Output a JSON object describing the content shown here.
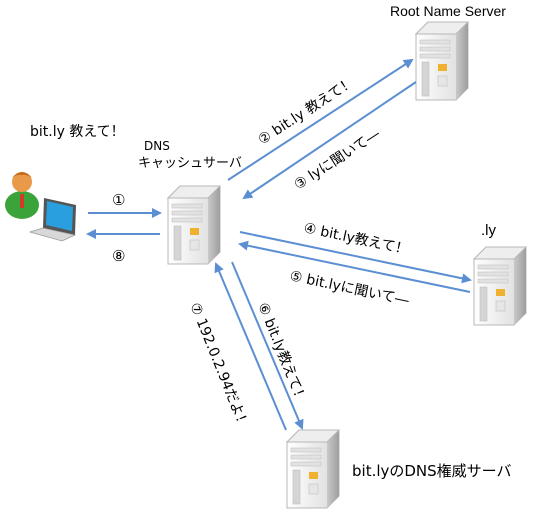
{
  "nodes": {
    "client_label": "bit.ly 教えて！",
    "cache_label_line1": "DNS",
    "cache_label_line2": "キャッシュサーバ",
    "root_label": "Root Name Server",
    "ly_label": ".ly",
    "auth_label": "bit.lyのDNS権威サーバ"
  },
  "steps": {
    "s1": "①",
    "s8": "⑧",
    "s2": "② bit.ly 教えて！",
    "s3": "③ lyに聞いて―",
    "s4": "④ bit.ly教えて！",
    "s5": "⑤ bit.lyに聞いて―",
    "s6": "⑥ bit.ly教えて！",
    "s7": "⑦ 192.0.2.94だよ！"
  },
  "colors": {
    "arrow": "#5b8fd1",
    "server_body": "#f3f3f3",
    "server_edge": "#b8b8b8",
    "server_accent": "#f0b030",
    "person_shirt": "#3aa33a",
    "person_head": "#e89a4a",
    "laptop_screen": "#2a9fe0"
  }
}
